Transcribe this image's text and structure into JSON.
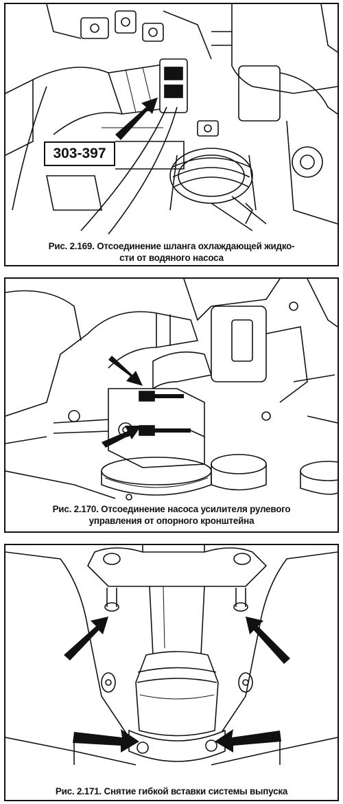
{
  "figures": [
    {
      "caption_line1": "Рис. 2.169. Отсоединение шланга охлаждающей жидко-",
      "caption_line2": "сти от водяного насоса",
      "tool_label": "303-397"
    },
    {
      "caption_line1": "Рис. 2.170. Отсоединение насоса усилителя рулевого",
      "caption_line2": "управления от опорного кронштейна"
    },
    {
      "caption_line1": "Рис. 2.171. Снятие гибкой вставки системы выпуска"
    }
  ],
  "colors": {
    "ink": "#111111",
    "shade": "#9a9a9a",
    "paper": "#ffffff"
  }
}
